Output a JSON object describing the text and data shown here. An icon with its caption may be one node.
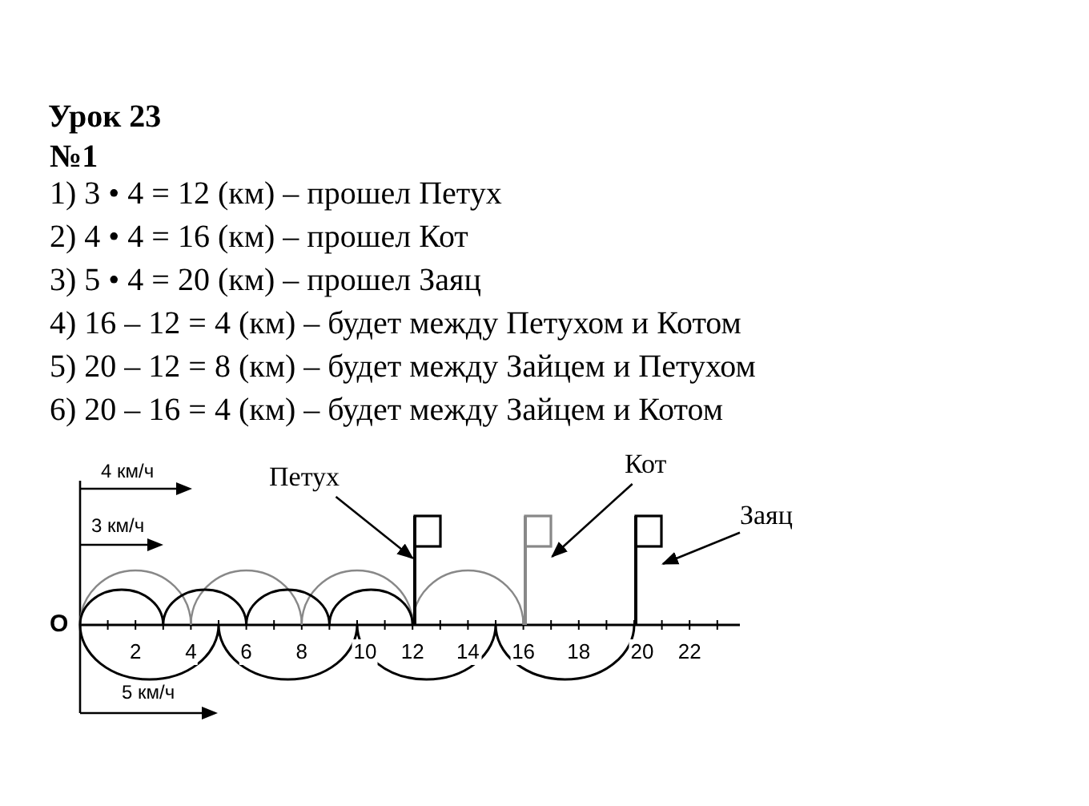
{
  "diagram": {
    "title": "Урок 23",
    "nodes": [
      {
        "text": [
          "Петух"
        ]
      },
      {
        "text": [
          "Кот"
        ]
      },
      {
        "text": [
          "Заяц"
        ]
      },
      {
        "text": [],
        "shape": "flag"
      },
      {
        "text": [],
        "shape": "flag"
      },
      {
        "text": [],
        "shape": "flag"
      }
    ],
    "edges": [
      {
        "from": 0,
        "to": 3,
        "arrow": "to"
      },
      {
        "from": 1,
        "to": 4,
        "arrow": "to"
      },
      {
        "from": 2,
        "to": 5,
        "arrow": "to"
      }
    ],
    "labels": [
      "№1",
      "1) 3 • 4 = 12 (км) – прошел Петух",
      "2) 4 • 4 = 16 (км) – прошел Кот",
      "3) 5 • 4 = 20 (км) – прошел Заяц",
      "4) 16 – 12 = 4 (км) – будет между Петухом и Котом",
      "5) 20 – 12 = 8 (км) – будет между Зайцем и Петухом",
      "6) 20 – 16 = 4 (км) – будет между Зайцем и Котом",
      "4 км/ч",
      "3 км/ч",
      "О",
      "2",
      "4",
      "6",
      "8",
      "10",
      "12",
      "14",
      "16",
      "18",
      "20",
      "22",
      "5 км/ч"
    ]
  }
}
